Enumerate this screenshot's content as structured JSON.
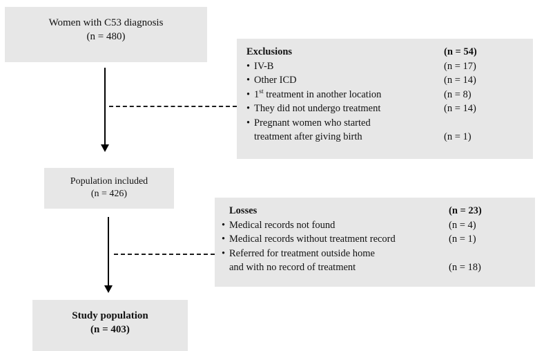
{
  "diagram": {
    "title": "Study population flow diagram",
    "type": "flowchart",
    "box_fill": "#e7e7e7",
    "line_color": "#000000"
  },
  "nodes": {
    "source": {
      "label": "Women with C53 diagnosis",
      "count": "(n = 480)"
    },
    "population": {
      "label": "Population included",
      "count": "(n = 426)"
    },
    "study": {
      "label": "Study population",
      "count": "(n = 403)"
    }
  },
  "exclusions": {
    "heading": "Exclusions",
    "heading_n": "(n = 54)",
    "items": [
      {
        "label": "IV-B",
        "n": "(n = 17)"
      },
      {
        "label": "Other ICD",
        "n": "(n = 14)"
      },
      {
        "label_pre": "1",
        "label_sup": "st",
        "label_post": " treatment in another location",
        "n": "(n = 8)"
      },
      {
        "label": "They did not undergo treatment",
        "n": "(n = 14)"
      },
      {
        "label": "Pregnant women who started",
        "n": ""
      },
      {
        "label": "treatment after giving birth",
        "n": "(n = 1)",
        "continuation": true
      }
    ]
  },
  "losses": {
    "heading": "Losses",
    "heading_n": "(n = 23)",
    "items": [
      {
        "label": "Medical records not found",
        "n": "(n = 4)"
      },
      {
        "label": "Medical records without treatment record",
        "n": "(n = 1)"
      },
      {
        "label": "Referred for treatment outside home",
        "n": ""
      },
      {
        "label": "and with no record of treatment",
        "n": "(n = 18)",
        "continuation": true
      }
    ]
  }
}
